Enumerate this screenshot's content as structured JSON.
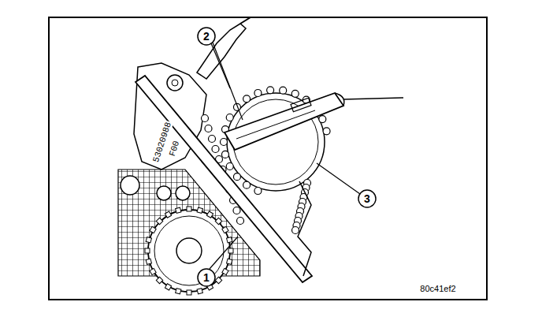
{
  "diagram": {
    "labels": [
      "2",
      "3",
      "1",
      "53020988",
      "F00",
      "80c41ef2"
    ]
  }
}
